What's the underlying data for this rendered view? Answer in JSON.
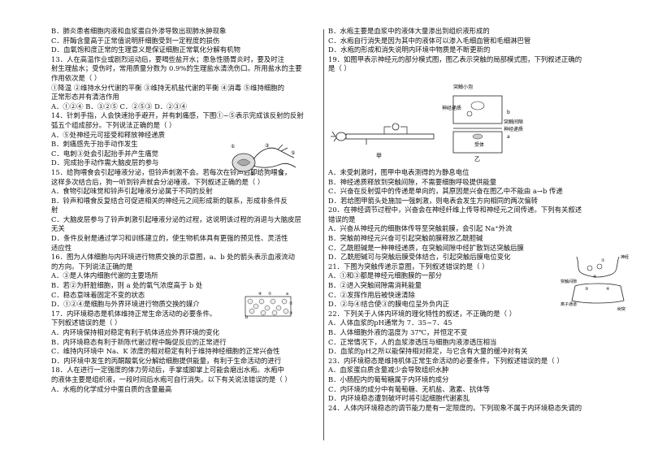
{
  "left_lines": [
    "B．肺炎患者细胞内液和血浆蛋白外渗导致出现肺水肿现象",
    "C．肝酶含量高于正常值说明肝细胞受到一定程度的损伤",
    "D．血氧饱和度正常的生理意义是保证细胞正常氧化分解有机物",
    "13．人在高温作业或剧烈运动后，要喝些盐开水；患急性肠胃炎时，要及时注",
    "射生理盐水；受伤时，常用质量分数为 0.9%的生理盐水清洗伤口。所用盐水的主要",
    "作用依次是（     ）",
    "①降温 ②维持水分代谢的平衡 ③维持无机盐代谢的平衡 ④消毒 ⑤维持细胞的",
    "正常形态并有清洁作用",
    "A．①②④     B．③②⑤     C．②⑤③     D．②③④",
    "14．针刺手指，人会快速抬手避开，并有刺痛感，下图①~⑤表示完成该反射的反射",
    "弧五个组成部分。下列说法正确的是（     ）",
    "A．⑤处神经元可接受和释放神经递质",
    "B．刺痛感先于抬手动作发生",
    "C．电刺③处会引起抬手并产生痛觉",
    "D．完成抬手动作需大脑皮层的参与",
    "15．给狗喂食会引起唾液分泌，但铃声刺激不会。若每次在铃声后即给狗喂食，",
    "这样多次结合后，狗一听到铃声就会分泌唾液。下列叙述正确的是（     ）",
    "A．食物引起味觉和铃声引起唾液分泌属于不同的反射",
    "B．铃声和喂食反复结合可促进相关的神经元之间形成新的联系，形成非条件反",
    "射",
    "C．大脑皮层参与了铃声刺激引起唾液分泌的过程，这说明该过程的消退与大脑皮层",
    "无关",
    "D．条件反射是通过学习和训练建立的，使生物机体具有更强的预见性、灵活性",
    "适应性",
    "16．图为人体细胞与内环境进行物质交换的示意图，a、b 处的箭头表示血液流动",
    "的方向。下列说法正确的是",
    "A．③是人体内细胞代谢的主要场所",
    "B．若②为肝脏细胞，则 a 处的氧气浓度高于 b 处",
    "C．稳态意味着固定不变的状态",
    "D．①②④是细胞与外界环境进行物质交换的媒介",
    "17．内环境稳态是机体维持正常生命活动的必要条件。",
    "下列叙述错误的是（     ）",
    "A．内环境保持相对稳定有利于机体适应外界环境的变化",
    "B．内环境稳态有利于新陈代谢过程中酶促反应的正常进行",
    "C．维持内环境中 Na、K 浓度的相对稳定有利于维持神经细胞的正常兴奋性",
    "D．内环境中发生的丙酮酸氧化分解给细胞提供能量，有利于生命活动的进行",
    "18．人在进行一定强度的体力劳动后，手掌或脚掌上可能会磨出水疱。水疱中",
    "的液体主要是组织液，一段时间后水疱可自行消失。以下有关说法错误的是（     ）",
    "A．水疱的化学成分中蛋白质的含量最高"
  ],
  "right_lines": [
    "B．水疱主要是血浆中的液体大量渗出到组织液形成的",
    "C．水疱自行消失是因为其中的液体可以渗入毛细血管和毛细淋巴管",
    "D．水疱的形成和消失说明内环境中物质是不断更新的",
    "19．如图甲表示神经元的部分模式图，图乙表示突触的局部模式图，下列叙述正确的",
    "是（     ）",
    "",
    "",
    "",
    "",
    "",
    "",
    "",
    "",
    "",
    "",
    "A．未受刺激时，图甲中电表测得的为静息电位",
    "B．神经递质释放到突触间隙，不需要细胞呼吸提供能量",
    "C．兴奋在反射弧中的传递是单向的，其原因是兴奋在图乙中不能由 a→b 传递",
    "D．若给图甲箭头处施加一强刺激，则电表会发生方向相同的两次偏转",
    "20．在神经调节过程中，兴奋会在神经纤维上传导和神经元之间传递。下列有关叙述",
    "错误的是",
    "A．兴奋从神经元的细胞体传导至突触前膜，会引起 Na⁺外流",
    "B．突触前神经元兴奋可引起突触前膜释放乙酰胆碱",
    "C．乙酰胆碱是一种神经递质，在突触间隙中经扩散到达突触后膜",
    "D．乙酰胆碱可与突触后膜受体结合，引起突触后膜电位变化",
    "21．下图为突触传递示意图，下列叙述错误的是（     ）",
    "A．①和③都是神经元细胞膜的一部分",
    "B．②进入突触间隙需消耗能量",
    "C．②发挥作用后被快速清除",
    "D．②与④结合使③的膜电位呈外负内正",
    "22．下列关于人体内环境的理化特性的叙述，不正确的是（     ）",
    "A．人体血浆的pH通常为 7．35~7．45",
    "B．人体细胞外液的温度为 37℃，并恒定不变",
    "C．正常情况下，人的血浆渗透压与细胞内液渗透压相当",
    "D．血浆的pH之所以能保持相对稳定，与它含有大量的缓冲对有关",
    "23．内环境稳态是维持机体正常生命活动的必要条件，下列叙述错误的是（     ）",
    "A．血浆蛋白质含量减少会导致组织水肿",
    "B．小肠腔内的葡萄糖属于内环境的成分",
    "C．内环境的成分中有葡萄糖、无机盐、激素、抗体等",
    "D．内环境稳态遭到破坏时将引起细胞代谢紊乱",
    "24．人体内环境稳态的调节能力是有一定限度的。下列现象不属于内环境稳态失调的"
  ],
  "fig_reflex": {
    "labels": [
      "①",
      "②",
      "③",
      "④",
      "⑤"
    ]
  },
  "fig_cells": {
    "labels": [
      "a",
      "b",
      "①",
      "②",
      "③",
      "④"
    ]
  },
  "fig_jia": {
    "caption": "甲"
  },
  "fig_yi": {
    "caption": "乙",
    "labels": [
      "突触小泡",
      "神经递质",
      "b",
      "突触间隙",
      "神经递质",
      "受体",
      "a"
    ]
  },
  "fig_synapse21": {
    "labels": [
      "①",
      "②",
      "③",
      "④",
      "突触间隙",
      "离子通道",
      "神经",
      "树突"
    ]
  }
}
